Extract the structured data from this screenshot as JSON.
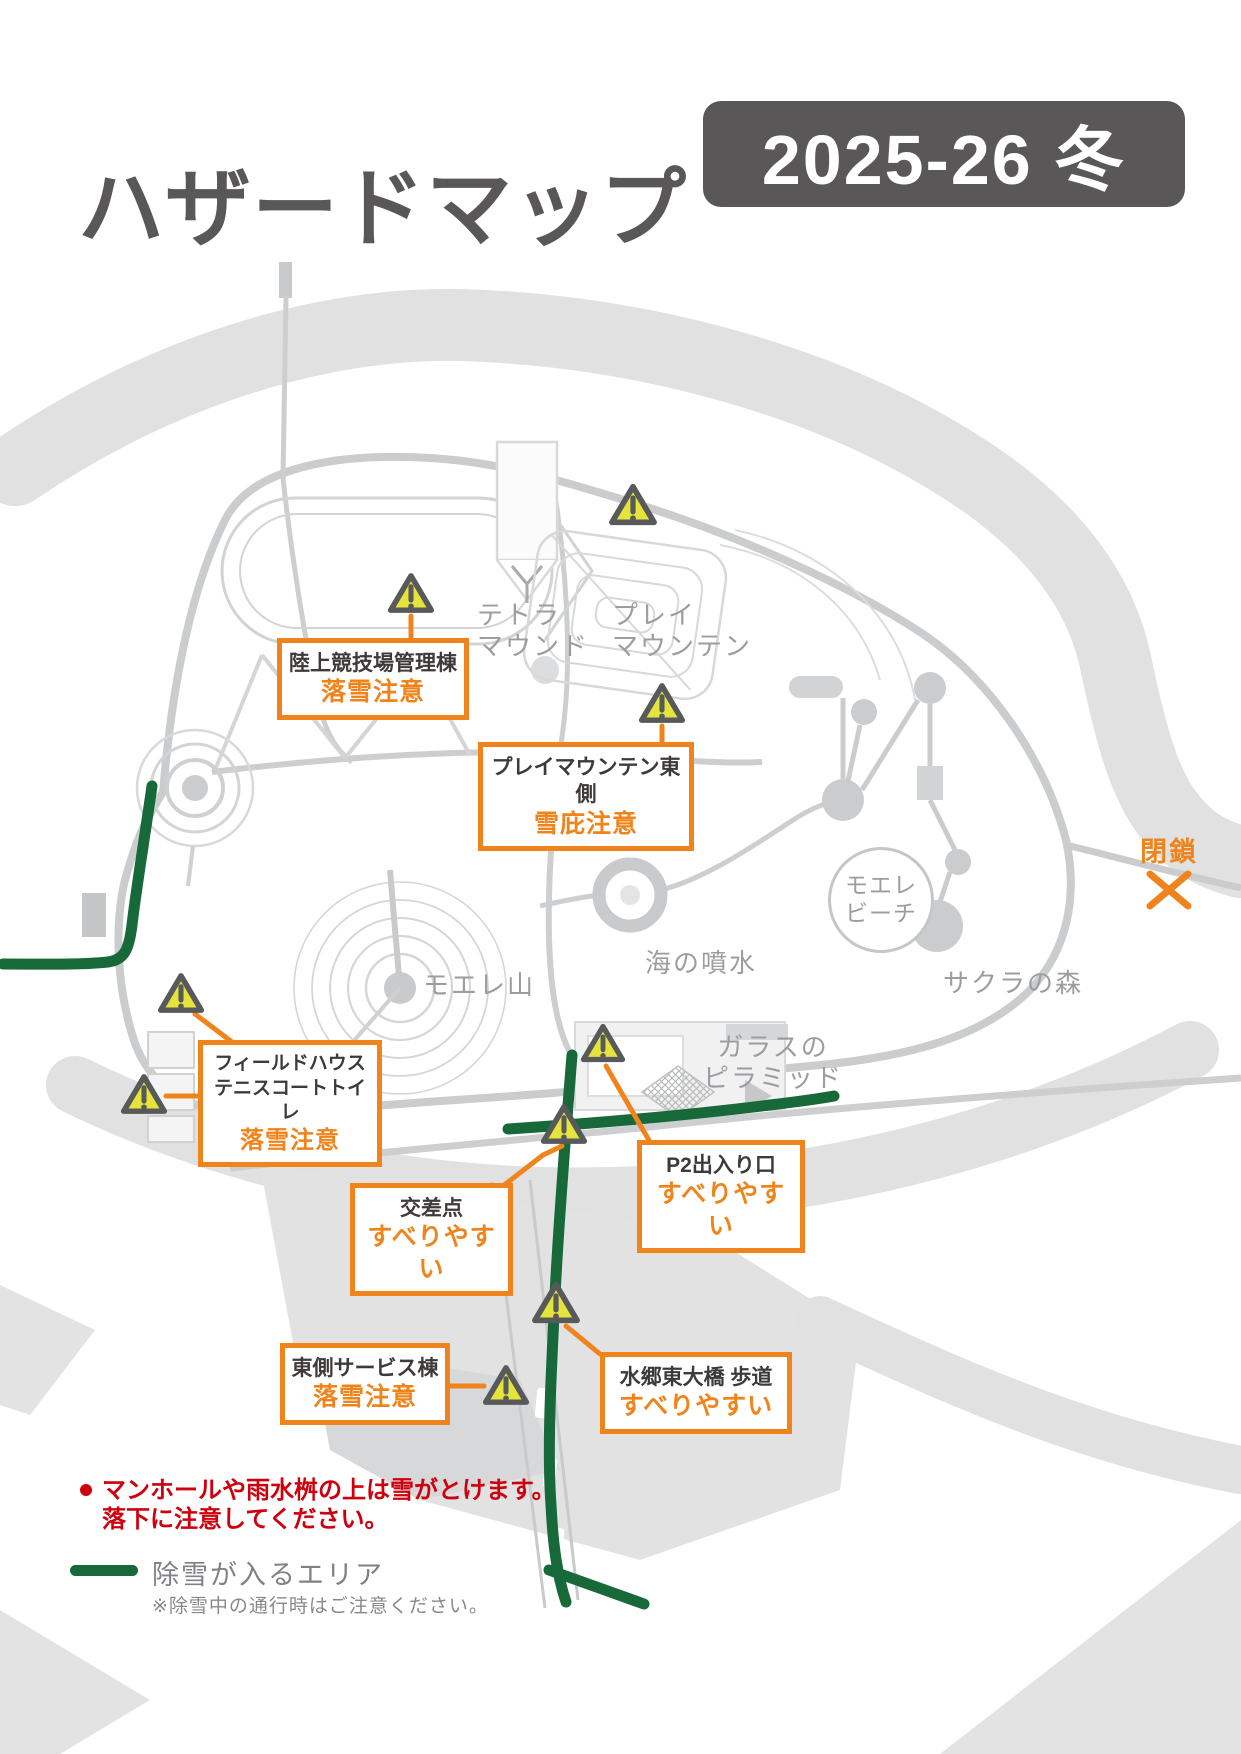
{
  "colors": {
    "accent_orange": "#F0841C",
    "warning_yellow": "#E5E43C",
    "snow_route_green": "#17693A",
    "alert_red": "#CE000E",
    "title_gray": "#595757",
    "map_gray": "#C9CACB"
  },
  "header": {
    "title": "ハザードマップ",
    "season_badge": "2025-26 冬"
  },
  "map": {
    "places": {
      "tetra_mound": "テトラ\nマウンド",
      "play_mountain": "プレイ\nマウンテン",
      "moere_yama": "モエレ山",
      "sea_fountain": "海の噴水",
      "moere_beach": "モエレ\nビーチ",
      "sakura_forest": "サクラの森",
      "glass_pyramid": "ガラスの\nピラミッド"
    },
    "closed_label": "閉鎖",
    "hazards": [
      {
        "id": "athletics-admin",
        "name": "陸上競技場管理棟",
        "warning": "落雪注意"
      },
      {
        "id": "play-mountain-east",
        "name": "プレイマウンテン東側",
        "warning": "雪庇注意"
      },
      {
        "id": "field-house-toilet",
        "name": "フィールドハウス\nテニスコートトイレ",
        "warning": "落雪注意"
      },
      {
        "id": "crossing",
        "name": "交差点",
        "warning": "すべりやすい"
      },
      {
        "id": "p2-entrance",
        "name": "P2出入り口",
        "warning": "すべりやすい"
      },
      {
        "id": "east-service",
        "name": "東側サービス棟",
        "warning": "落雪注意"
      },
      {
        "id": "suigo-bridge",
        "name": "水郷東大橋 歩道",
        "warning": "すべりやすい"
      }
    ]
  },
  "legend": {
    "manhole_note": "マンホールや雨水桝の上は雪がとけます。\n落下に注意してください。",
    "snow_route_label": "除雪が入るエリア",
    "snow_route_note": "※除雪中の通行時はご注意ください。"
  }
}
